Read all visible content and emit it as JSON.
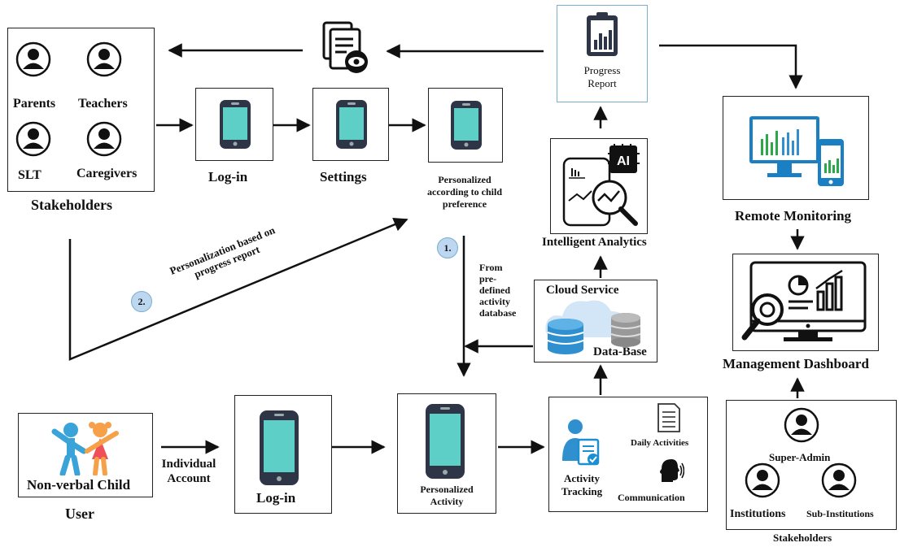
{
  "stakeholders_top": {
    "parents": "Parents",
    "teachers": "Teachers",
    "slt": "SLT",
    "caregivers": "Caregivers",
    "title": "Stakeholders"
  },
  "flow_top": {
    "login": "Log-in",
    "settings": "Settings",
    "personalized_line1": "Personalized",
    "personalized_line2": "according to child",
    "personalized_line3": "preference"
  },
  "progress_report": {
    "line1": "Progress",
    "line2": "Report"
  },
  "remote_monitoring": "Remote Monitoring",
  "management_dashboard": "Management Dashboard",
  "intelligent_analytics": "Intelligent Analytics",
  "ai_chip": "AI",
  "cloud": {
    "title": "Cloud Service",
    "database": "Data-Base"
  },
  "predefined": {
    "l1": "From",
    "l2": "pre-",
    "l3": "defined",
    "l4": "activity",
    "l5": "database"
  },
  "step1": "1.",
  "step2": "2.",
  "personalization_note": {
    "line1": "Personalization based on",
    "line2": "progress report"
  },
  "bottom": {
    "child": "Non-verbal Child",
    "user": "User",
    "account_l1": "Individual",
    "account_l2": "Account",
    "login": "Log-in",
    "pa_l1": "Personalized",
    "pa_l2": "Activity",
    "at_l1": "Activity",
    "at_l2": "Tracking",
    "daily": "Daily Activities",
    "communication": "Communication"
  },
  "stakeholders_bottom": {
    "super_admin": "Super-Admin",
    "institutions": "Institutions",
    "sub_institutions": "Sub-Institutions",
    "title": "Stakeholders"
  },
  "colors": {
    "screen": "#5ecfc6",
    "phone": "#2e3547",
    "badge": "#bcd7ef",
    "accent": "#1b8fd0",
    "db": "#2f8fcf"
  }
}
